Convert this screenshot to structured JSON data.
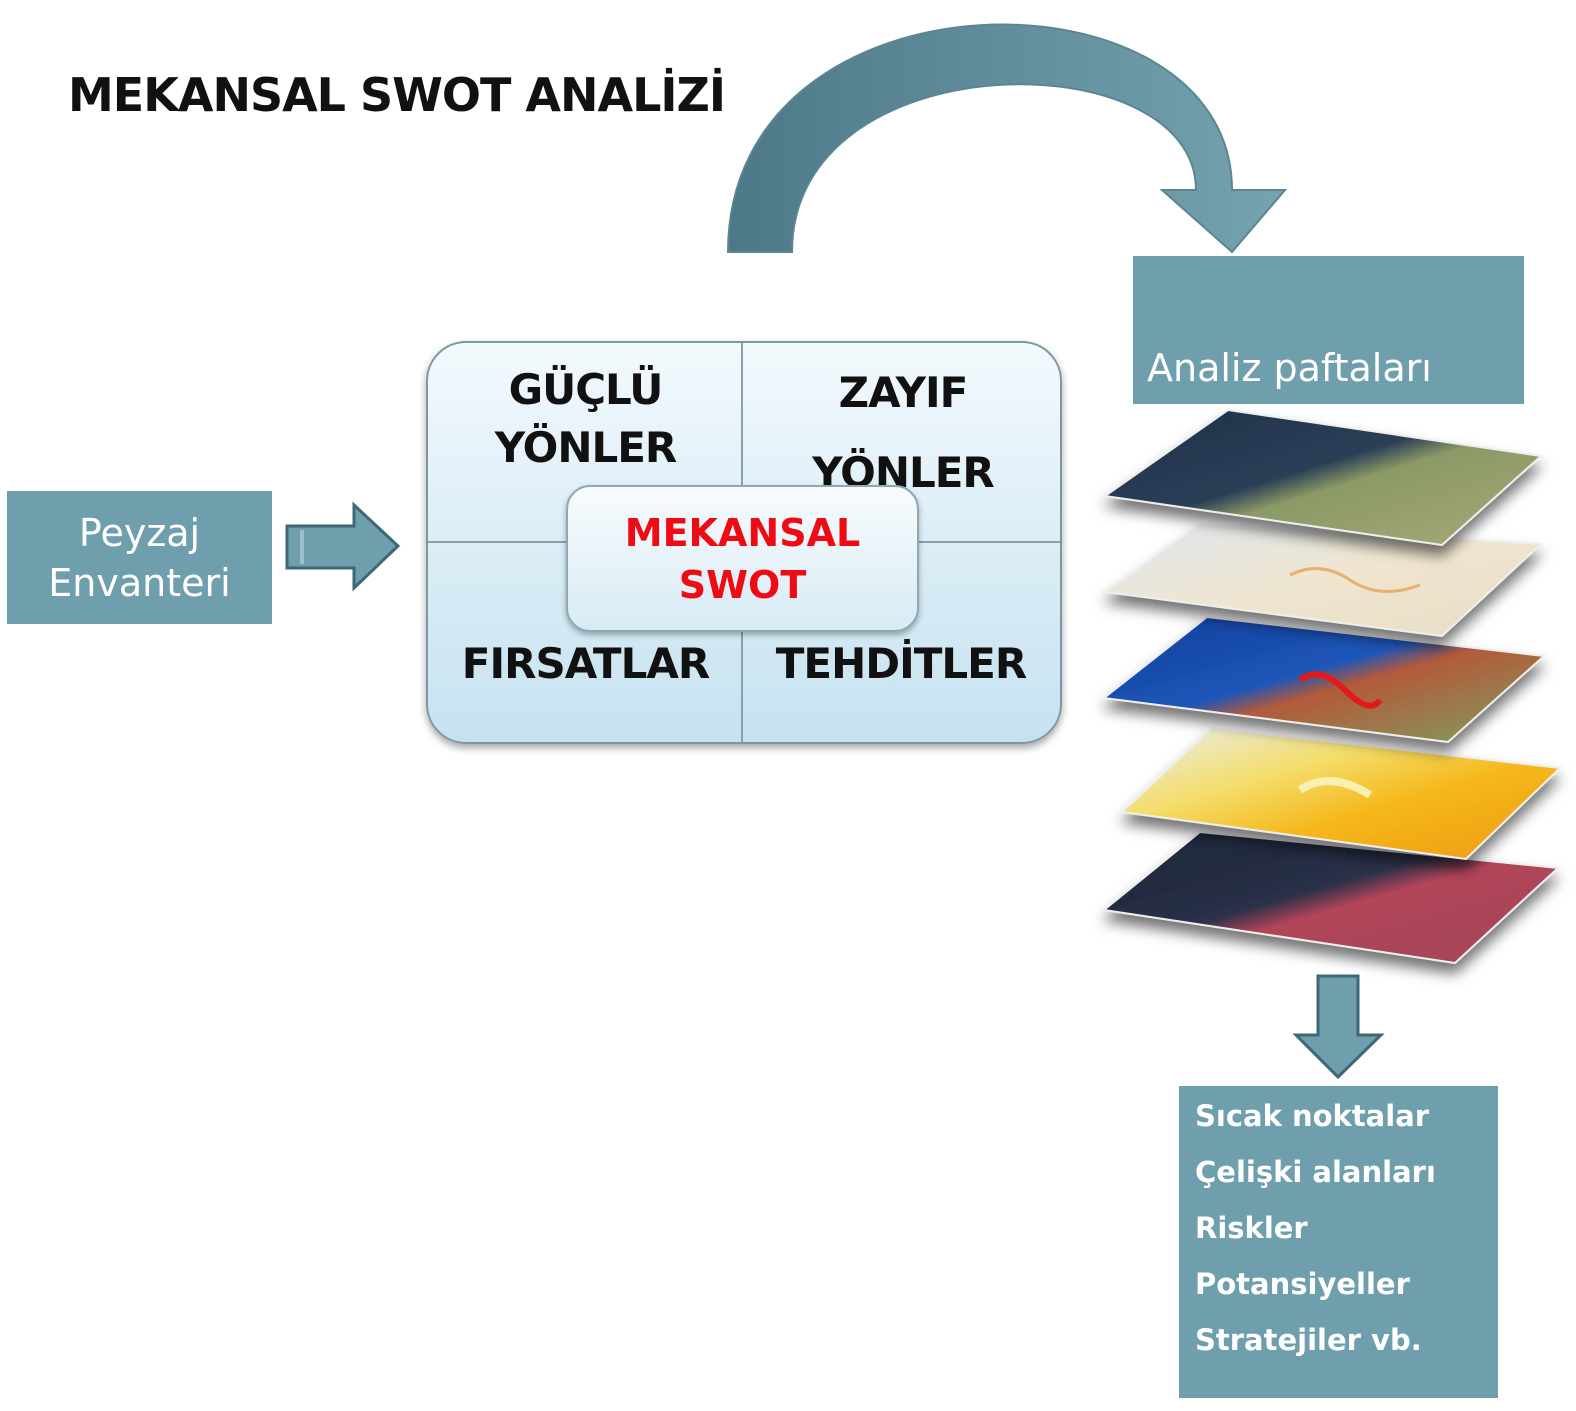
{
  "title": "MEKANSAL SWOT ANALİZİ",
  "input_box": {
    "line1": "Peyzaj",
    "line2": "Envanteri"
  },
  "swot": {
    "strengths": {
      "line1": "GÜÇLÜ",
      "line2": "YÖNLER"
    },
    "weaknesses": {
      "line1": "ZAYIF",
      "line2": "YÖNLER"
    },
    "opportunities": "FIRSATLAR",
    "threats": "TEHDİTLER",
    "center": {
      "line1": "MEKANSAL",
      "line2": "SWOT"
    }
  },
  "analysis_box": {
    "label": "Analiz paftaları"
  },
  "results": [
    "Sıcak noktalar",
    "Çelişki alanları",
    "Riskler",
    "Potansiyeller",
    "Stratejiler vb."
  ],
  "colors": {
    "box_teal": "#6f9eac",
    "arrow_dark": "#4f7d8c",
    "arrow_light": "#6f9eac",
    "center_text": "#ee0b14"
  },
  "icons": {
    "map_layers": [
      "satellite-map-layer",
      "road-map-layer",
      "classified-map-layer",
      "heat-map-layer",
      "red-map-layer"
    ]
  }
}
